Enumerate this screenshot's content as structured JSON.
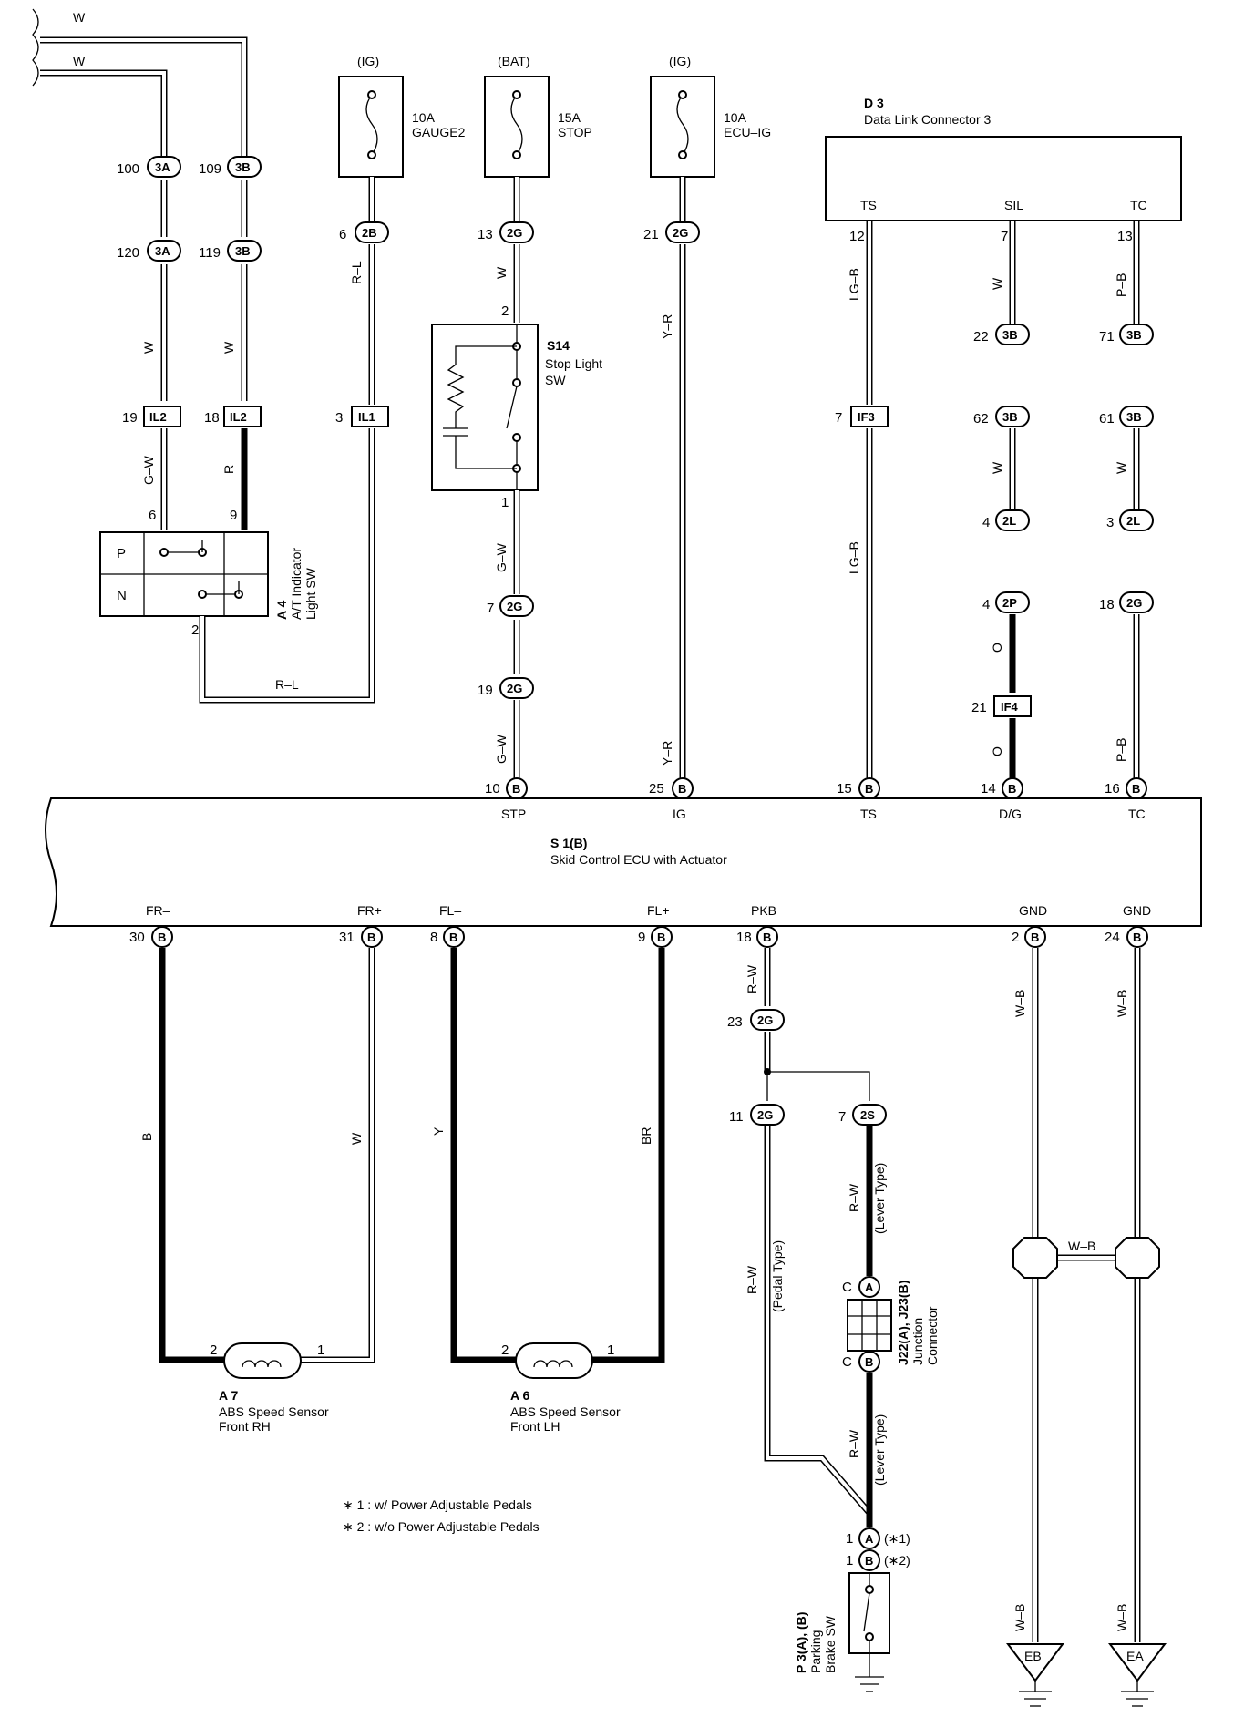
{
  "title": "",
  "wires_top_left": {
    "w1": "W",
    "w2": "W"
  },
  "fuses": [
    {
      "supply": "(IG)",
      "amp": "10A",
      "name": "GAUGE2"
    },
    {
      "supply": "(BAT)",
      "amp": "15A",
      "name": "STOP"
    },
    {
      "supply": "(IG)",
      "amp": "10A",
      "name": "ECU–IG"
    }
  ],
  "components": {
    "d3_code": "D 3",
    "d3_name": "Data Link Connector 3",
    "d3_pins": [
      "TS",
      "SIL",
      "TC"
    ],
    "s14_code": "S14",
    "s14_name_1": "Stop Light",
    "s14_name_2": "SW",
    "a4_code": "A 4",
    "a4_name_1": "A/T Indicator",
    "a4_name_2": "Light SW",
    "a4_p": "P",
    "a4_n": "N",
    "s1_code": "S 1(B)",
    "s1_name": "Skid Control ECU with Actuator",
    "s1_top_terms": [
      "STP",
      "IG",
      "TS",
      "D/G",
      "TC"
    ],
    "s1_bottom_terms": [
      "FR–",
      "FR+",
      "FL–",
      "FL+",
      "PKB",
      "GND",
      "GND"
    ],
    "a7_code": "A 7",
    "a7_name_1": "ABS Speed Sensor",
    "a7_name_2": "Front RH",
    "a6_code": "A 6",
    "a6_name_1": "ABS Speed Sensor",
    "a6_name_2": "Front LH",
    "j22_code": "J22(A), J23(B)",
    "j22_name_1": "Junction",
    "j22_name_2": "Connector",
    "p3_code": "P 3(A), (B)",
    "p3_name_1": "Parking",
    "p3_name_2": "Brake SW"
  },
  "notes": [
    "∗ 1 : w/ Power Adjustable Pedals",
    "∗ 2 : w/o Power Adjustable Pedals"
  ],
  "grounds": [
    "EB",
    "EA"
  ],
  "wire_colors": {
    "gw": "G–W",
    "r": "R",
    "rl": "R–L",
    "w": "W",
    "yr": "Y–R",
    "lgb": "LG–B",
    "pb": "P–B",
    "o": "O",
    "b": "B",
    "y": "Y",
    "br": "BR",
    "rw": "R–W",
    "wb": "W–B"
  },
  "variant_labels": {
    "pedal": "(Pedal Type)",
    "lever": "(Lever Type)",
    "star1": "(∗1)",
    "star2": "(∗2)"
  },
  "connectors": {
    "c3A": "3A",
    "c3B": "3B",
    "c2B": "2B",
    "c2G": "2G",
    "c2L": "2L",
    "c2P": "2P",
    "c2S": "2S",
    "cB": "B",
    "cA": "A",
    "cC": "C",
    "IL2": "IL2",
    "IL1": "IL1",
    "IF3": "IF3",
    "IF4": "IF4"
  },
  "pins": {
    "p100": "100",
    "p120": "120",
    "p109": "109",
    "p119": "119",
    "p19": "19",
    "p18": "18",
    "p3": "3",
    "p6": "6",
    "p9": "9",
    "p2": "2",
    "p13": "13",
    "p21": "21",
    "p1": "1",
    "p7": "7",
    "p12": "12",
    "p22": "22",
    "p62": "62",
    "p4": "4",
    "p71": "71",
    "p61": "61",
    "p16": "16",
    "p10": "10",
    "p25": "25",
    "p15": "15",
    "p14": "14",
    "p30": "30",
    "p31": "31",
    "p8": "8",
    "p24": "24",
    "p23": "23",
    "p11": "11"
  },
  "colors": {
    "ink": "#000000",
    "paper": "#ffffff"
  }
}
